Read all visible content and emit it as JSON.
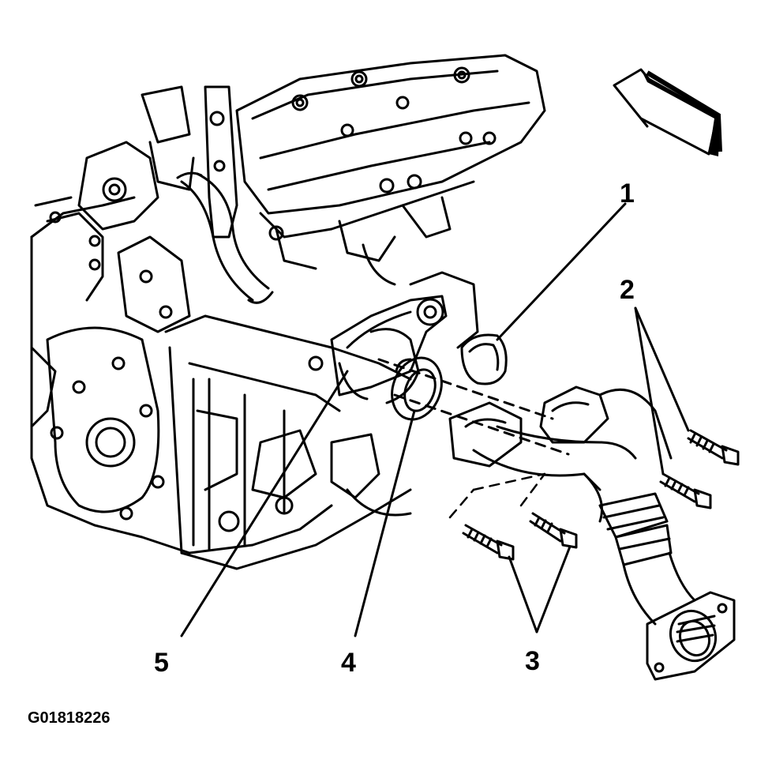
{
  "figure": {
    "code": "G01818226"
  },
  "callouts": [
    {
      "id": "1",
      "label": "1"
    },
    {
      "id": "2",
      "label": "2"
    },
    {
      "id": "3",
      "label": "3"
    },
    {
      "id": "4",
      "label": "4"
    },
    {
      "id": "5",
      "label": "5"
    }
  ],
  "style": {
    "ink": "#000000",
    "paper": "#ffffff"
  },
  "icons": {
    "direction": "front-direction-arrow-icon"
  }
}
